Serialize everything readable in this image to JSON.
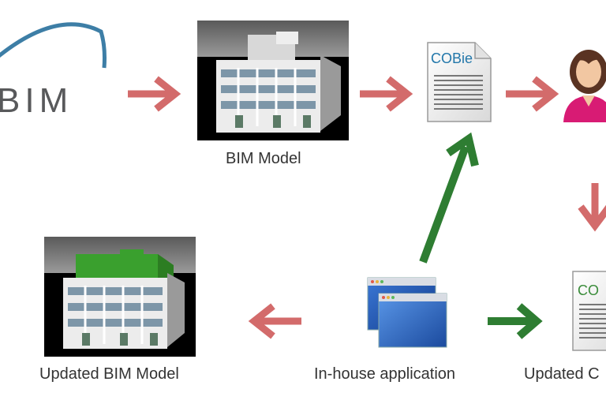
{
  "logo": {
    "text": "BIM",
    "arc_color": "#3d7ea6"
  },
  "nodes": {
    "bim_model": {
      "caption": "BIM Model"
    },
    "cobie_doc": {
      "label": "COBie"
    },
    "updated_bim_model": {
      "caption": "Updated BIM Model"
    },
    "inhouse_app": {
      "caption": "In-house application"
    },
    "updated_cobie": {
      "caption": "Updated C",
      "label": "CO"
    }
  },
  "colors": {
    "flow_arrow": "#d36b6b",
    "update_arrow": "#2e7d32",
    "cobie_blue": "#2277aa",
    "cobie_green": "#3a8c3a",
    "update_highlight": "#3aa02e"
  }
}
